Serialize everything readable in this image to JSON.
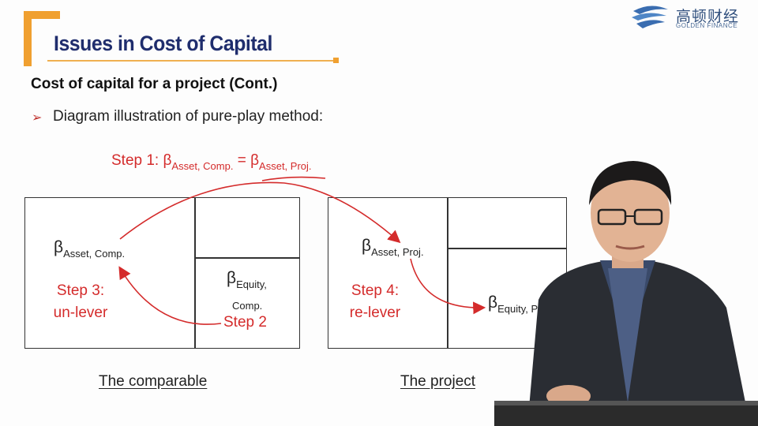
{
  "header": {
    "title": "Issues in Cost of Capital"
  },
  "logo": {
    "cn": "高顿财经",
    "en": "GOLDEN FINANCE"
  },
  "subtitle": "Cost of capital for a project (Cont.)",
  "bullet": {
    "marker": "➢",
    "text": "Diagram illustration of pure-play method:"
  },
  "diagram": {
    "step1": {
      "prefix": "Step 1: β",
      "sub1": "Asset, Comp.",
      "mid": " = β",
      "sub2": "Asset, Proj."
    },
    "comparable": {
      "beta_asset": {
        "sym": "β",
        "sub": "Asset, Comp."
      },
      "beta_equity": {
        "sym": "β",
        "sub": "Equity,",
        "line2": "Comp."
      },
      "step3_line1": "Step 3:",
      "step3_line2": "un-lever",
      "step2": "Step 2",
      "caption": "The comparable"
    },
    "project": {
      "beta_asset": {
        "sym": "β",
        "sub": "Asset, Proj."
      },
      "beta_equity": {
        "sym": "β",
        "sub": "Equity, P"
      },
      "step4_line1": "Step 4:",
      "step4_line2": "re-lever",
      "caption": "The project"
    }
  },
  "colors": {
    "accent_orange": "#f0a030",
    "title_navy": "#1f2d6d",
    "step_red": "#d42b2b"
  }
}
